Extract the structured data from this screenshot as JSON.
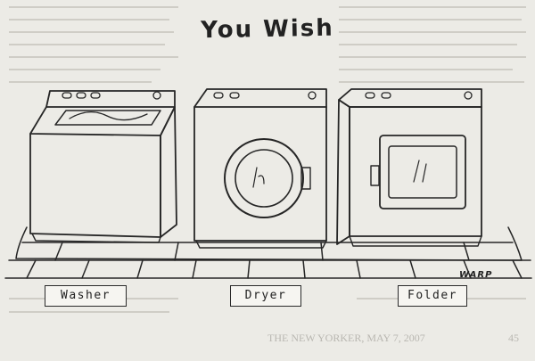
{
  "cartoon": {
    "title": "You Wish",
    "signature": "WARP",
    "labels": {
      "washer": "Washer",
      "dryer": "Dryer",
      "folder": "Folder"
    }
  },
  "page_margin": {
    "footer_text": "THE NEW YORKER, MAY 7, 2007",
    "page_number": "45"
  },
  "colors": {
    "paper": "#ecebe6",
    "ink": "#262626",
    "bleed_through": "#b9b7b1"
  }
}
